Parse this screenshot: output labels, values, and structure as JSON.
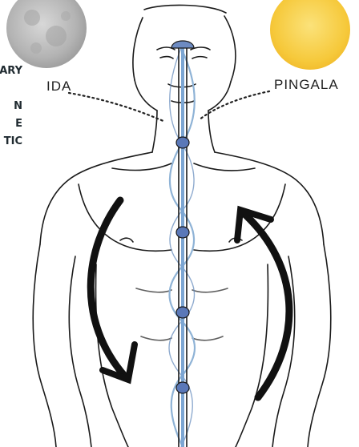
{
  "labels": {
    "left_channel": "IDA",
    "right_channel": "PINGALA"
  },
  "cropped_side_text": [
    "ARY",
    "",
    "N",
    "E",
    "TIC"
  ],
  "colors": {
    "ink": "#1a1a1a",
    "ida_wave": "#8fb3d6",
    "chakra": "#5a78b8",
    "moon": "#bcbcbc",
    "sun": "#f7cf45"
  },
  "icons": {
    "moon": "moon-icon",
    "sun": "sun-icon"
  }
}
